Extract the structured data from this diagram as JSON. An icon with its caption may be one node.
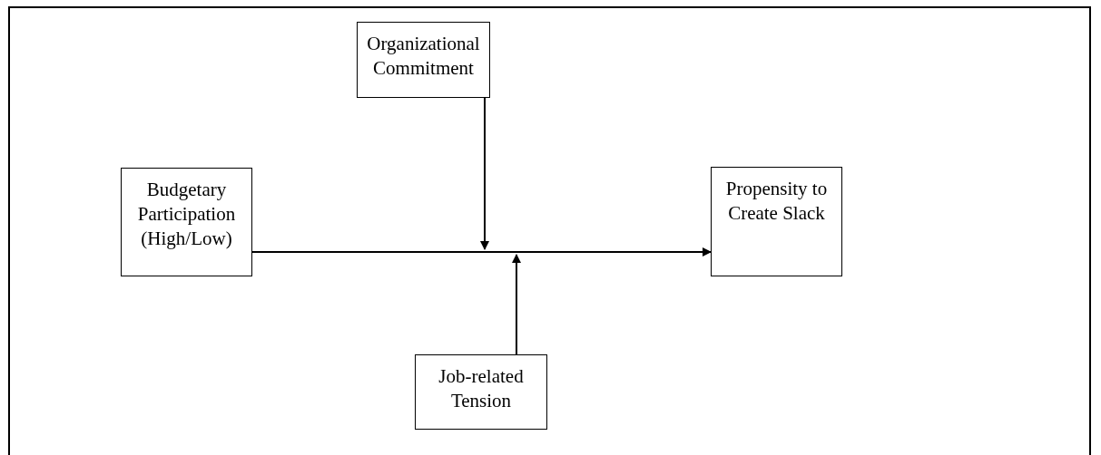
{
  "diagram": {
    "nodes": [
      {
        "text": [
          "Organizational Commitment"
        ]
      },
      {
        "text": [
          "Budgetary Participation (High/Low)"
        ]
      },
      {
        "text": [
          "Propensity to Create Slack"
        ]
      },
      {
        "text": [
          "Job-related Tension"
        ]
      }
    ],
    "edges": [
      {
        "from": 1,
        "to": 2,
        "arrow": "to"
      },
      {
        "from": 0,
        "to": null,
        "arrow": "to"
      },
      {
        "from": 3,
        "to": null,
        "arrow": "to"
      }
    ]
  }
}
